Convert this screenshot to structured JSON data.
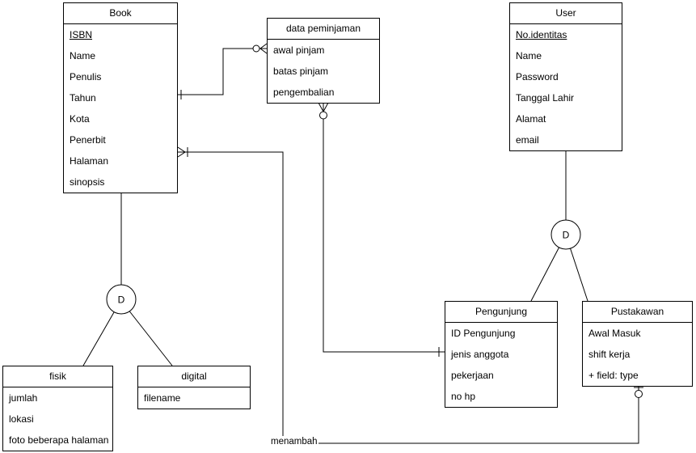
{
  "diagram": {
    "colors": {
      "background": "#ffffff",
      "stroke": "#000000",
      "text": "#000000"
    },
    "entities": {
      "book": {
        "title": "Book",
        "fields": [
          "ISBN",
          "Name",
          "Penulis",
          "Tahun",
          "Kota",
          "Penerbit",
          "Halaman",
          "sinopsis"
        ]
      },
      "data_peminjaman": {
        "title": "data peminjaman",
        "fields": [
          "awal pinjam",
          "batas pinjam",
          "pengembalian"
        ]
      },
      "user": {
        "title": "User",
        "fields": [
          "No.identitas",
          "Name",
          "Password",
          "Tanggal Lahir",
          "Alamat",
          "email"
        ]
      },
      "pengunjung": {
        "title": "Pengunjung",
        "fields": [
          "ID Pengunjung",
          "jenis anggota",
          "pekerjaan",
          "no hp"
        ]
      },
      "pustakawan": {
        "title": "Pustakawan",
        "fields": [
          "Awal Masuk",
          "shift kerja",
          "+ field: type"
        ]
      },
      "fisik": {
        "title": "fisik",
        "fields": [
          "jumlah",
          "lokasi",
          "foto beberapa halaman"
        ]
      },
      "digital": {
        "title": "digital",
        "fields": [
          "filename"
        ]
      }
    },
    "underlined_fields": [
      "ISBN",
      "No.identitas"
    ],
    "specializations": [
      {
        "label": "D",
        "parent": "Book",
        "children": [
          "fisik",
          "digital"
        ]
      },
      {
        "label": "D",
        "parent": "User",
        "children": [
          "Pengunjung",
          "Pustakawan"
        ]
      }
    ],
    "relationships": [
      {
        "from": "Book",
        "to": "data peminjaman",
        "from_cardinality": "one",
        "to_cardinality": "zero-or-many",
        "label": ""
      },
      {
        "from": "data peminjaman",
        "to": "Pengunjung",
        "from_cardinality": "zero-or-many",
        "to_cardinality": "one",
        "label": ""
      },
      {
        "from": "Book",
        "to": "Pustakawan",
        "from_cardinality": "one-or-many",
        "to_cardinality": "zero-or-one",
        "label": "menambah"
      }
    ]
  }
}
